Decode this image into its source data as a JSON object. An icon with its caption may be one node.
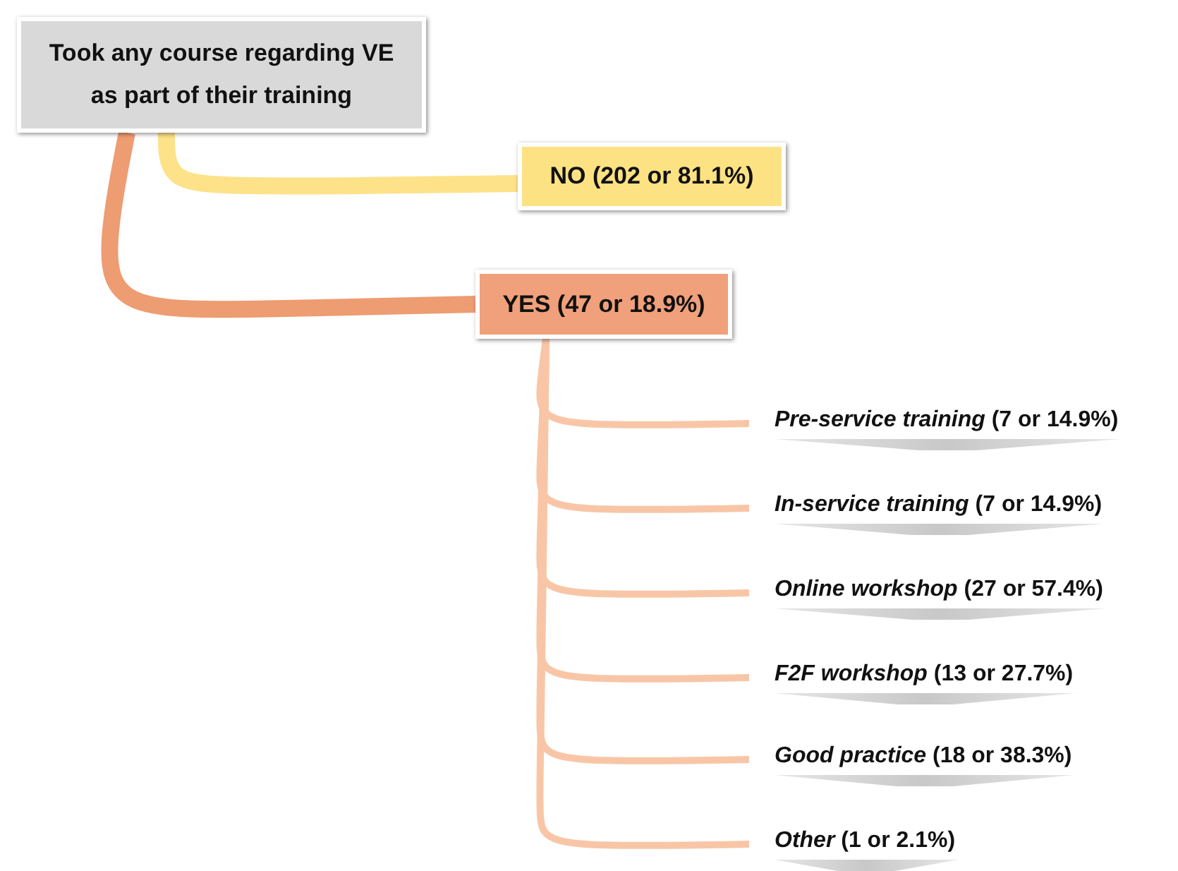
{
  "diagram": {
    "nodes": [
      {
        "text": [
          "Took any course regarding VE as part of their training"
        ]
      },
      {
        "text": [
          "NO (202 or 81.1%)"
        ]
      },
      {
        "text": [
          "YES (47 or 18.9%)"
        ]
      },
      {
        "text": [
          "*Pre-service training* (7 or 14.9%)"
        ]
      },
      {
        "text": [
          "*In-service training* (7 or 14.9%)"
        ]
      },
      {
        "text": [
          "*Online workshop* (27 or 57.4%)"
        ]
      },
      {
        "text": [
          "*F2F workshop* (13 or 27.7%)"
        ]
      },
      {
        "text": [
          "*Good practice* (18 or 38.3%)"
        ]
      },
      {
        "text": [
          "*Other* (1 or 2.1%)"
        ]
      }
    ],
    "edges": [
      {
        "from": 0,
        "to": 1,
        "arrow": "none",
        "style": "thick",
        "color": "#fde28a"
      },
      {
        "from": 0,
        "to": 2,
        "arrow": "none",
        "style": "thick",
        "color": "#ee9c72"
      },
      {
        "from": 2,
        "to": 3,
        "arrow": "none"
      },
      {
        "from": 2,
        "to": 4,
        "arrow": "none"
      },
      {
        "from": 2,
        "to": 5,
        "arrow": "none"
      },
      {
        "from": 2,
        "to": 6,
        "arrow": "none"
      },
      {
        "from": 2,
        "to": 7,
        "arrow": "none"
      },
      {
        "from": 2,
        "to": 8,
        "arrow": "none"
      }
    ]
  }
}
